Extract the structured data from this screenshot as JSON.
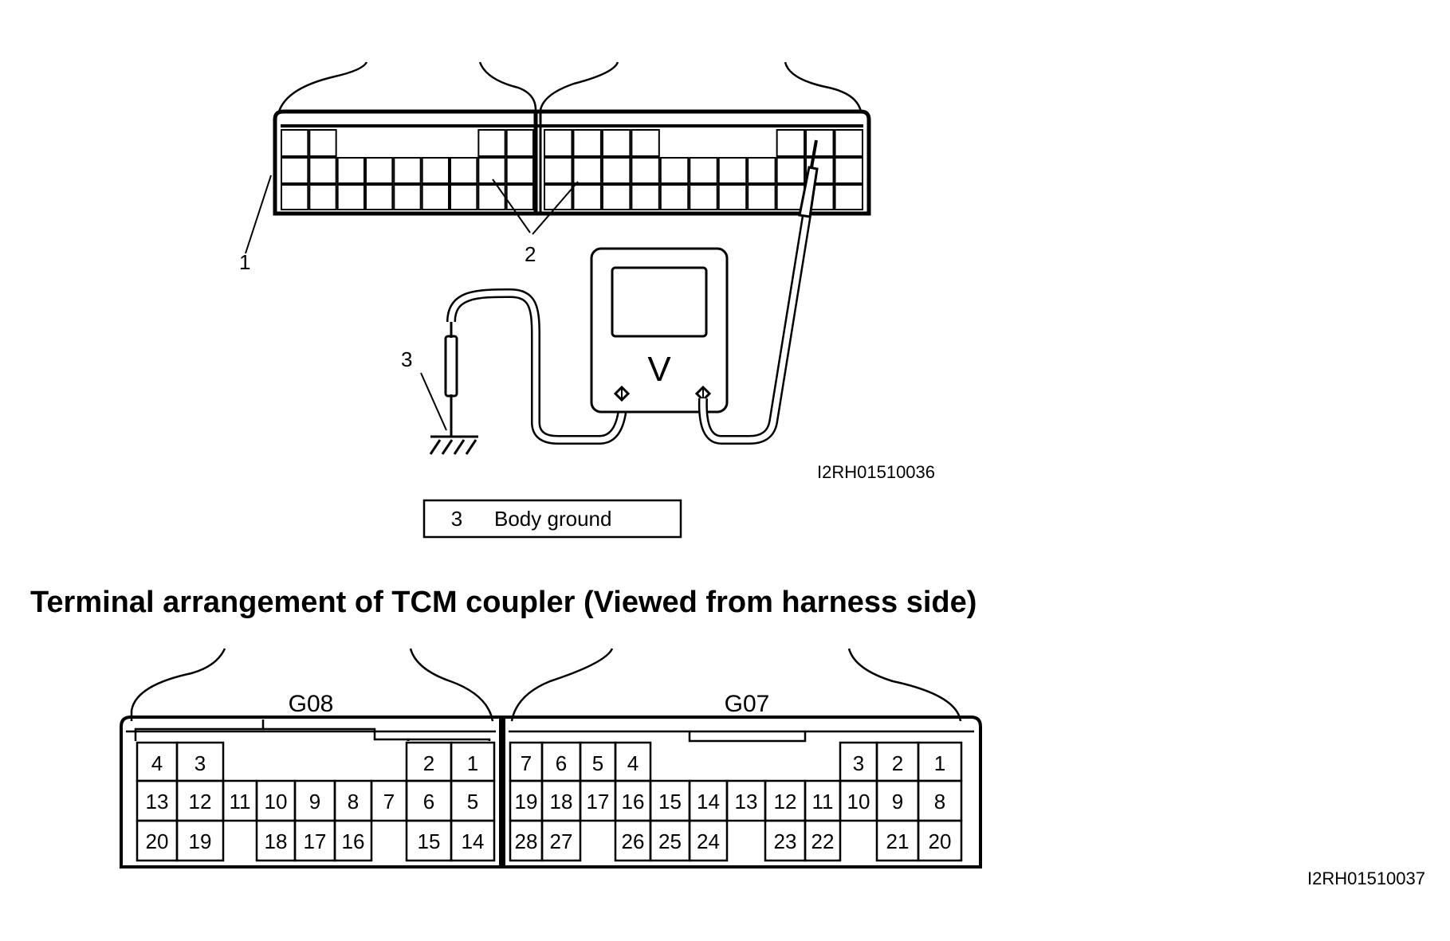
{
  "figure_top": {
    "callouts": {
      "c1": "1",
      "c2": "2",
      "c3": "3"
    },
    "meter_label": "V",
    "code": "I2RH01510036",
    "legend": {
      "number": "3",
      "text": "Body ground"
    }
  },
  "title": "Terminal arrangement of TCM coupler (Viewed from harness side)",
  "figure_bottom": {
    "code": "I2RH01510037",
    "g08": {
      "name": "G08",
      "rows": [
        [
          "4",
          "3",
          "",
          "",
          "",
          "",
          "",
          "2",
          "1"
        ],
        [
          "13",
          "12",
          "11",
          "10",
          "9",
          "8",
          "7",
          "6",
          "5"
        ],
        [
          "20",
          "19",
          "",
          "18",
          "17",
          "16",
          "",
          "15",
          "14"
        ]
      ]
    },
    "g07": {
      "name": "G07",
      "rows": [
        [
          "7",
          "6",
          "5",
          "4",
          "",
          "",
          "",
          "",
          "",
          "3",
          "2",
          "1"
        ],
        [
          "19",
          "18",
          "17",
          "16",
          "15",
          "14",
          "13",
          "12",
          "11",
          "10",
          "9",
          "8"
        ],
        [
          "28",
          "27",
          "",
          "26",
          "25",
          "24",
          "",
          "23",
          "22",
          "",
          "21",
          "20"
        ]
      ]
    }
  }
}
